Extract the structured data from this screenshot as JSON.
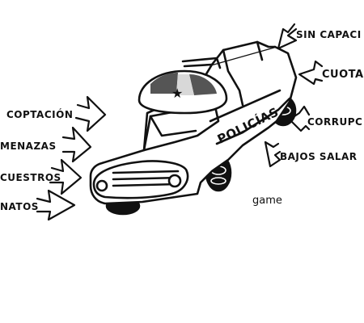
{
  "drawing": {
    "car_door_text": "POLICÍAS",
    "signature": "game",
    "left_labels": [
      "COPTACIÓN",
      "MENAZAS",
      "CUESTROS",
      "NATOS"
    ],
    "right_labels": [
      "SIN CAPACI",
      "CUOTA",
      "CORRUPC",
      "BAJOS SALAR"
    ]
  },
  "colors": {
    "ink": "#111111",
    "paper": "#ffffff",
    "siren_dark": "#555555",
    "siren_light": "#d8d8d8"
  },
  "icons": {
    "siren": "star-light-icon",
    "arrows": "hand-drawn-arrow-icon"
  }
}
